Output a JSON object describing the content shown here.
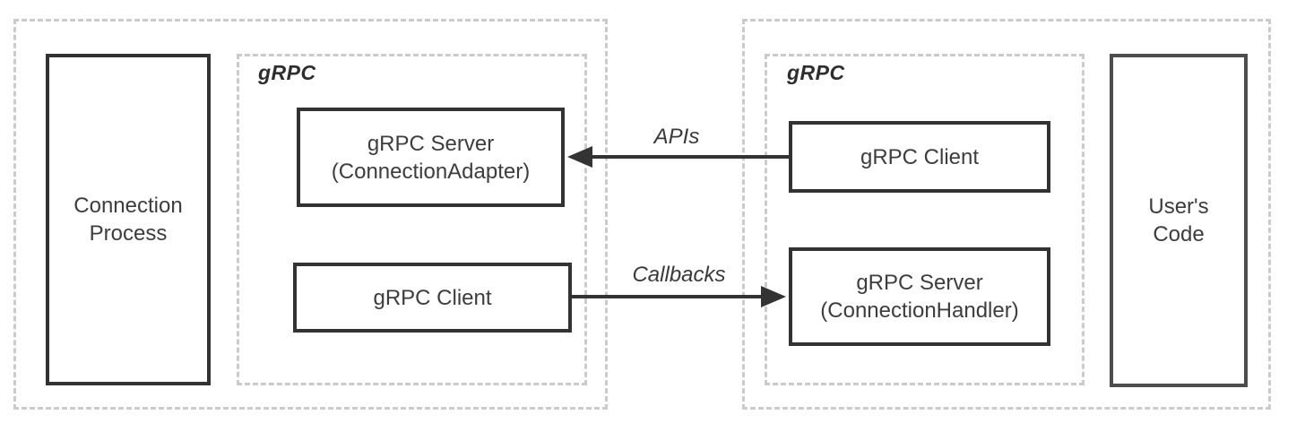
{
  "diagram": {
    "title": "gRPC connection architecture diagram",
    "colors": {
      "background": "#ffffff",
      "solid_border": "#333333",
      "users_code_border": "#4d4d4d",
      "dashed_border": "#cbcbcb",
      "text": "#3d3d3d",
      "arrow": "#333333"
    },
    "groups": {
      "left_grpc_label": "gRPC",
      "right_grpc_label": "gRPC"
    },
    "boxes": {
      "connection_process": {
        "lines": [
          "Connection",
          "Process"
        ]
      },
      "grpc_server_adapter": {
        "lines": [
          "gRPC Server",
          "(ConnectionAdapter)"
        ]
      },
      "left_grpc_client": {
        "lines": [
          "gRPC Client"
        ]
      },
      "right_grpc_client": {
        "lines": [
          "gRPC Client"
        ]
      },
      "grpc_server_handler": {
        "lines": [
          "gRPC Server",
          "(ConnectionHandler)"
        ]
      },
      "users_code": {
        "lines": [
          "User's",
          "Code"
        ]
      }
    },
    "arrows": {
      "apis": {
        "label": "APIs",
        "direction": "left",
        "from": "right gRPC Client",
        "to": "gRPC Server (ConnectionAdapter)"
      },
      "callbacks": {
        "label": "Callbacks",
        "direction": "right",
        "from": "left gRPC Client",
        "to": "gRPC Server (ConnectionHandler)"
      }
    }
  }
}
